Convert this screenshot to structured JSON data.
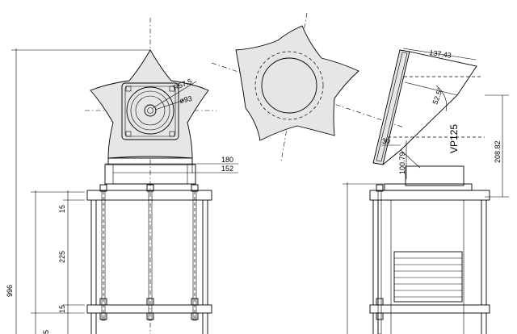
{
  "dimensions": {
    "total_height": "996",
    "flange_outer": "180",
    "flange_inner": "152",
    "base_top": "15",
    "base_mid": "225",
    "base_bottom": "15",
    "radius": "R57.5",
    "diameter": "ø93",
    "horn_width": "137.43",
    "angle": "52.5°",
    "pipe": "VP125",
    "dim_a": "208.82",
    "dim_b": "100.79",
    "dim_c": "30",
    "bottom_edge": "5"
  }
}
